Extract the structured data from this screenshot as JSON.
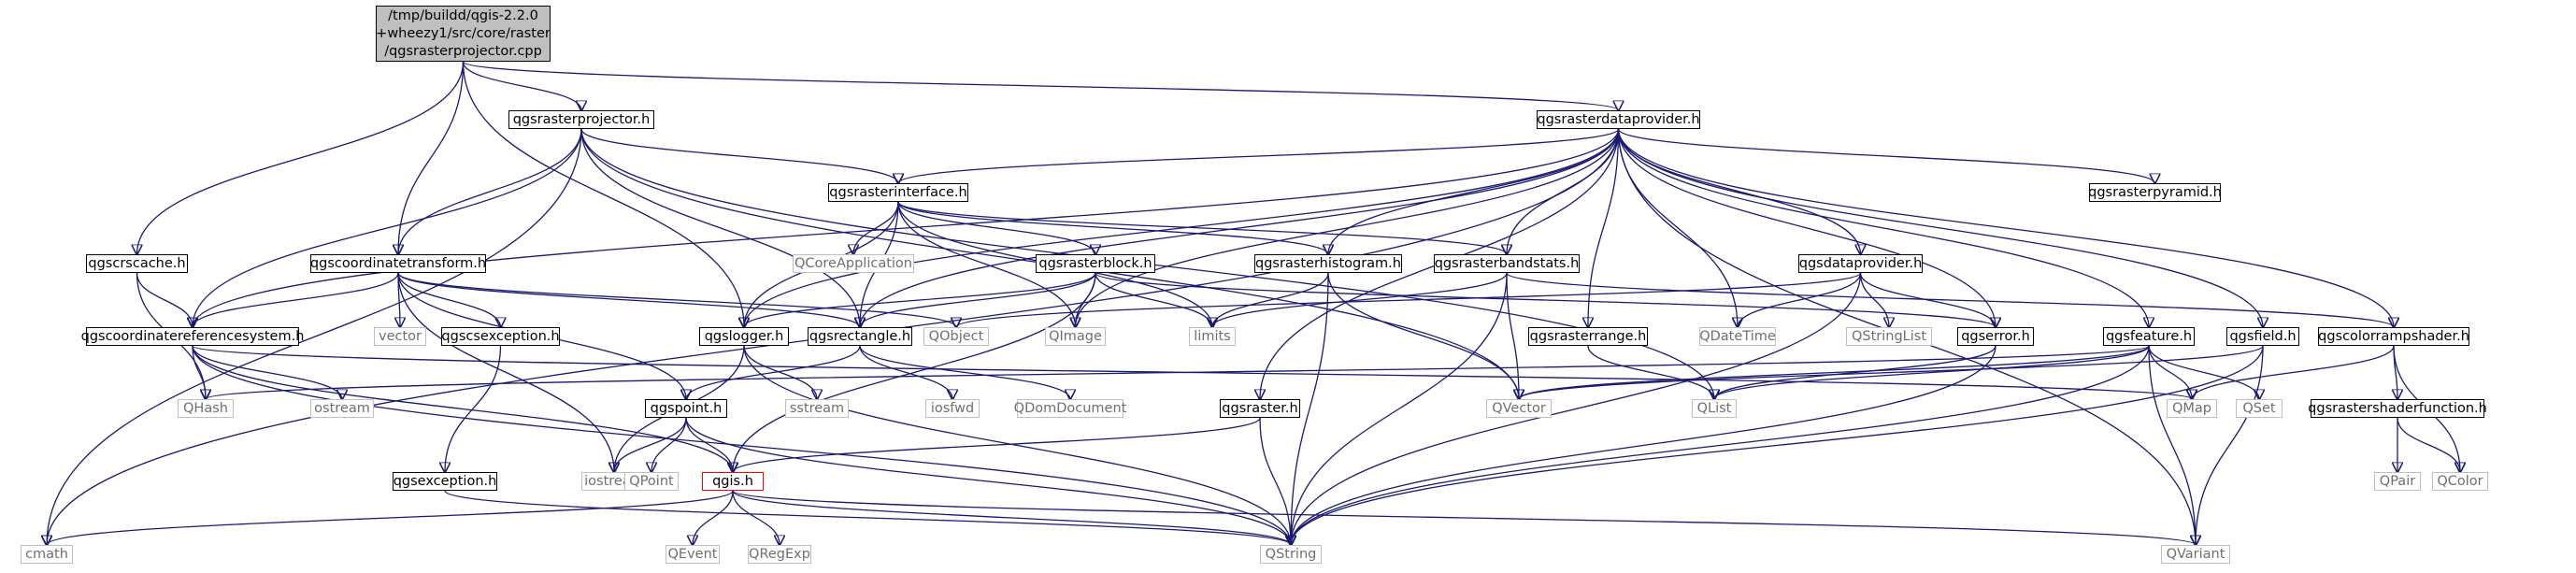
{
  "colors": {
    "edge": "#191970",
    "node_border": "#000000",
    "external_border": "#bfbfbf",
    "external_text": "#6f6f6f",
    "highlight_border": "#ff0000",
    "root_fill": "#bfbfbf"
  },
  "root": {
    "label": "/tmp/buildd/qgis-2.2.0\n+wheezy1/src/core/raster\n/qgsrasterprojector.cpp"
  },
  "nodes": {
    "qgsrasterprojector_h": "qgsrasterprojector.h",
    "qgsrasterdataprovider_h": "qgsrasterdataprovider.h",
    "qgsrasterinterface_h": "qgsrasterinterface.h",
    "qgsrasterpyramid_h": "qgsrasterpyramid.h",
    "qgscrscache_h": "qgscrscache.h",
    "qgscoordinatetransform_h": "qgscoordinatetransform.h",
    "qcoreapplication": "QCoreApplication",
    "qgsrasterblock_h": "qgsrasterblock.h",
    "qgsrasterhistogram_h": "qgsrasterhistogram.h",
    "qgsrasterbandstats_h": "qgsrasterbandstats.h",
    "qgsdataprovider_h": "qgsdataprovider.h",
    "qgscoordinatereferencesystem_h": "qgscoordinatereferencesystem.h",
    "vector": "vector",
    "qgscsexception_h": "qgscsexception.h",
    "qgslogger_h": "qgslogger.h",
    "qgsrectangle_h": "qgsrectangle.h",
    "qobject": "QObject",
    "qimage": "QImage",
    "limits": "limits",
    "qgsrasterrange_h": "qgsrasterrange.h",
    "qdatetime": "QDateTime",
    "qstringlist": "QStringList",
    "qgserror_h": "qgserror.h",
    "qgsfeature_h": "qgsfeature.h",
    "qgsfield_h": "qgsfield.h",
    "qgscolorrampshader_h": "qgscolorrampshader.h",
    "qhash": "QHash",
    "ostream": "ostream",
    "sstream": "sstream",
    "iosfwd": "iosfwd",
    "qdomdocument": "QDomDocument",
    "qvector": "QVector",
    "qlist": "QList",
    "qmap": "QMap",
    "qset": "QSet",
    "qgsrastershaderfunction_h": "qgsrastershaderfunction.h",
    "qgspoint_h": "qgspoint.h",
    "qgsraster_h": "qgsraster.h",
    "qgsexception_h": "qgsexception.h",
    "iostream": "iostream",
    "qpoint": "QPoint",
    "qgis_h": "qgis.h",
    "qpair": "QPair",
    "qcolor": "QColor",
    "cmath": "cmath",
    "qevent": "QEvent",
    "qregexp": "QRegExp",
    "qstring": "QString",
    "qvariant": "QVariant"
  }
}
